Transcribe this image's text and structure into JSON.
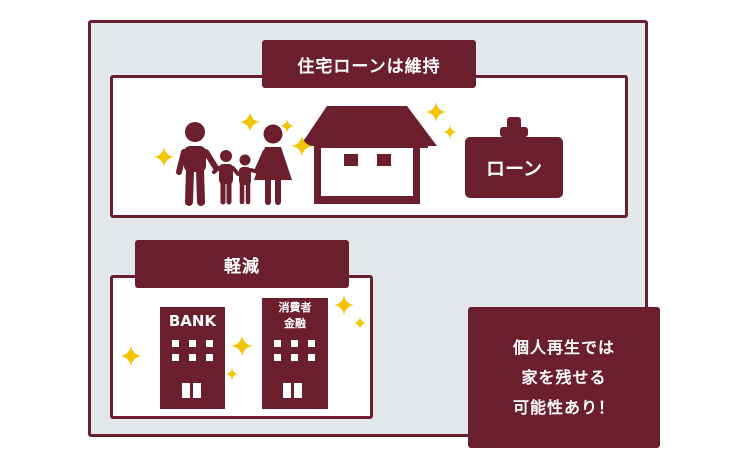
{
  "top_section": {
    "label": "住宅ローンは維持",
    "loan_sign": "ローン"
  },
  "bottom_section": {
    "label": "軽減",
    "bank_sign": "BANK",
    "consumer_finance_sign": [
      "消費者",
      "金融"
    ]
  },
  "note": {
    "lines": [
      "個人再生では",
      "家を残せる",
      "可能性あり！"
    ]
  },
  "colors": {
    "accent": "#6b1e2c",
    "background": "#e2e7eb",
    "sparkle": "#f3c400"
  },
  "icons": [
    "family-icon",
    "house-icon",
    "loan-sign-icon",
    "bank-building-icon",
    "consumer-finance-building-icon",
    "sparkle-icon"
  ]
}
